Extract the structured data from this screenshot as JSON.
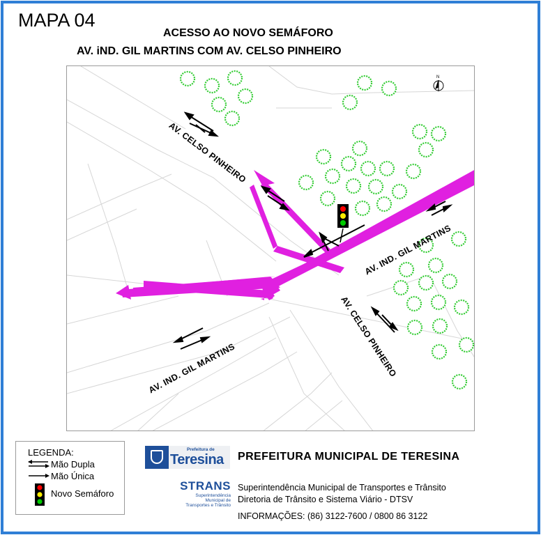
{
  "header": {
    "map_label": "MAPA 04",
    "title_line1": "ACESSO AO NOVO SEMÁFORO",
    "title_line2": "AV. iND. GIL MARTINS COM AV. CELSO PINHEIRO"
  },
  "map": {
    "north_label": "N",
    "streets": {
      "celso_top": "AV. CELSO PINHEIRO",
      "celso_bottom": "AV. CELSO PINHEIRO",
      "gil_right": "AV. IND. GIL MARTINS",
      "gil_left": "AV. IND. GIL MARTINS"
    },
    "colors": {
      "access_route": "#e020e0",
      "road_lines": "#d8d8d8",
      "trees": "#33cc33",
      "traffic_light_body": "#000000",
      "light_red": "#ff0000",
      "light_yellow": "#ffee00",
      "light_green": "#00cc00"
    }
  },
  "legend": {
    "title": "LEGENDA:",
    "two_way": "Mão Dupla",
    "one_way": "Mão Única",
    "new_light": "Novo Semáforo"
  },
  "footer": {
    "logo_small": "Prefeitura de",
    "logo_city": "Teresina",
    "org_name": "PREFEITURA MUNICIPAL DE TERESINA",
    "strans_word": "STRANS",
    "strans_sub1": "Superintendência",
    "strans_sub2": "Municipal de",
    "strans_sub3": "Transportes e Trânsito",
    "line1": "Superintendência Municipal de Transportes e Trânsito",
    "line2": "Diretoria de Trânsito e Sistema Viário - DTSV",
    "line3": "INFORMAÇÕES: (86) 3122-7600 / 0800 86 3122"
  }
}
